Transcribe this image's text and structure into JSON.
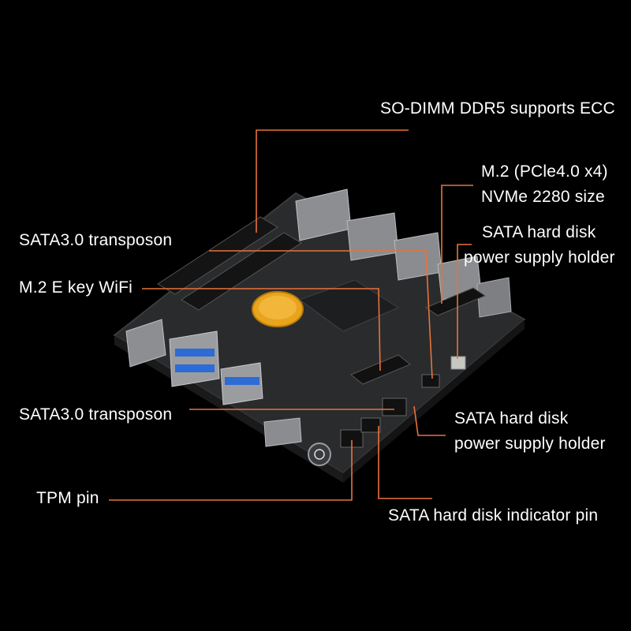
{
  "annotations": {
    "sodimm": "SO-DIMM DDR5 supports ECC",
    "m2_nvme_line1": "M.2 (PCle4.0 x4)",
    "m2_nvme_line2": "NVMe 2280 size",
    "sata_power_top_line1": "SATA hard disk",
    "sata_power_top_line2": "power supply holder",
    "sata_transposon_top": "SATA3.0 transposon",
    "m2_wifi": "M.2 E key  WiFi",
    "sata_transposon_bottom": "SATA3.0 transposon",
    "sata_power_bottom_line1": "SATA hard disk",
    "sata_power_bottom_line2": "power supply holder",
    "tpm": "TPM pin",
    "sata_indicator": "SATA hard disk indicator pin"
  },
  "colors": {
    "background": "#000000",
    "leader_line": "#e8733a",
    "label_text": "#ffffff",
    "board": "#2a2b2d",
    "rtc_battery": "#e8a41c"
  }
}
